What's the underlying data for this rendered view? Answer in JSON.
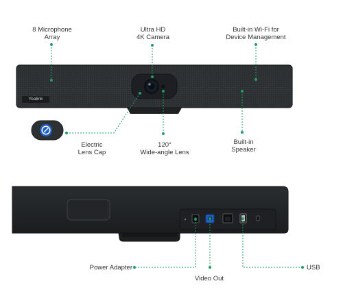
{
  "device": {
    "logo_text": "Yealink"
  },
  "labels": {
    "mic_array": [
      "8 Microphone",
      "Array"
    ],
    "camera": [
      "Ultra HD",
      "4K Camera"
    ],
    "wifi": [
      "Built-in Wi-Fi for",
      "Device Management"
    ],
    "lens_cap": [
      "Electric",
      "Lens Cap"
    ],
    "wide_angle": [
      "120°",
      "Wide-angle Lens"
    ],
    "speaker": [
      "Built-in",
      "Speaker"
    ],
    "power_adapter": "Power Adapter",
    "video_out": "Video Out",
    "usb": "USB"
  },
  "colors": {
    "accent": "#1f9d63",
    "device_body": "#2b2e31",
    "device_dark": "#1c1e20"
  }
}
